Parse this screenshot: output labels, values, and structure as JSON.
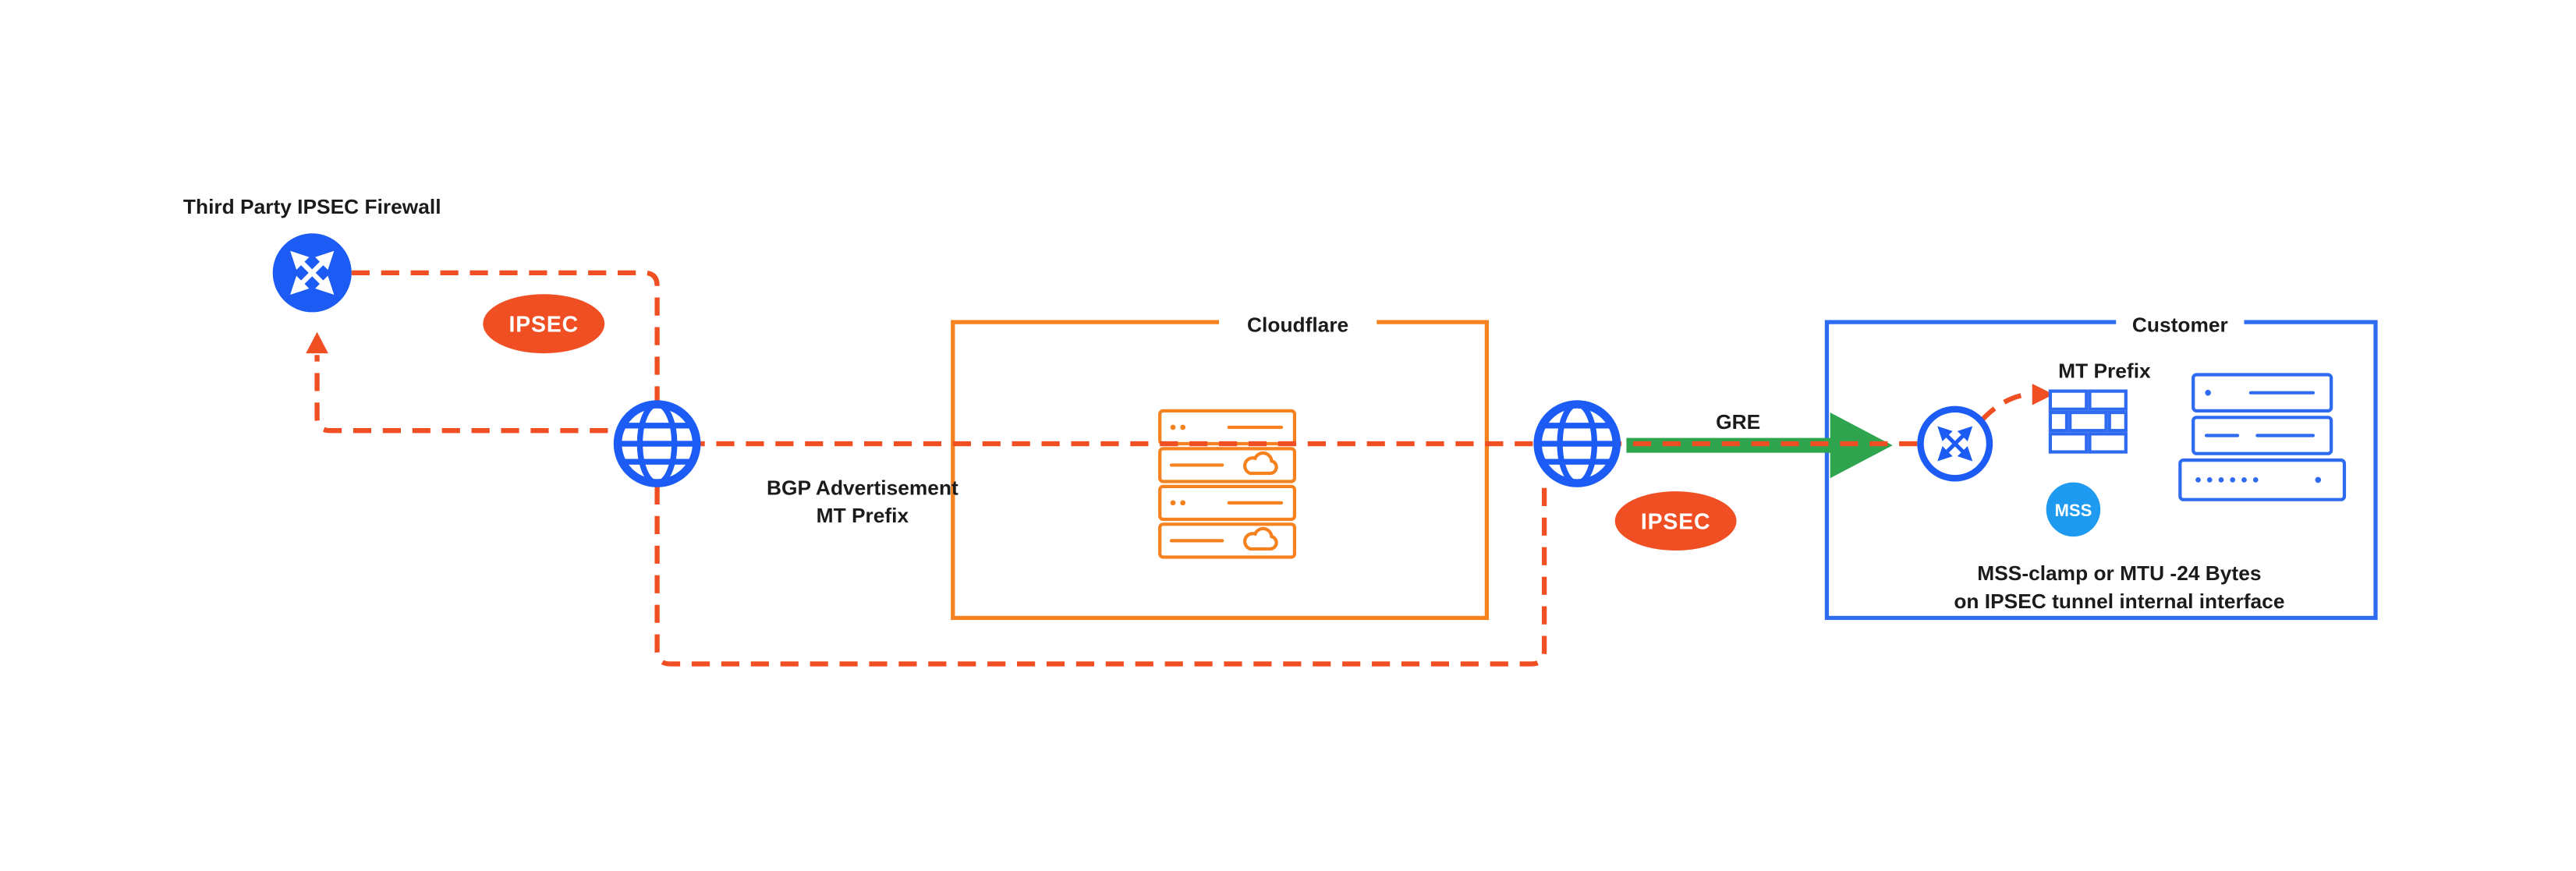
{
  "labels": {
    "third_party_firewall": "Third Party IPSEC Firewall",
    "ipsec_badge_left": "IPSEC",
    "ipsec_badge_right": "IPSEC",
    "bgp_advertisement_line1": "BGP Advertisement",
    "bgp_advertisement_line2": "MT Prefix",
    "cloudflare_box": "Cloudflare",
    "gre": "GRE",
    "customer_box": "Customer",
    "mt_prefix": "MT Prefix",
    "mss_badge": "MSS",
    "mss_note_line1": "MSS-clamp or MTU -24 Bytes",
    "mss_note_line2": "on IPSEC tunnel internal interface"
  },
  "colors": {
    "cloudflare_orange": "#F6821F",
    "flow_orange_red": "#F04E23",
    "network_blue": "#1C5CF5",
    "box_blue": "#2E6BF0",
    "mss_light_blue": "#1E9BF0",
    "gre_green": "#2EA44F",
    "text": "#1B1B1B",
    "background": "#FFFFFF"
  }
}
